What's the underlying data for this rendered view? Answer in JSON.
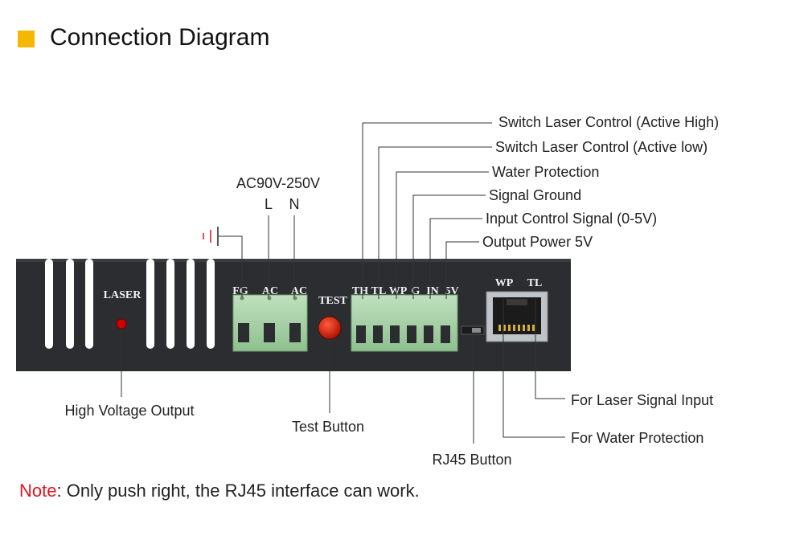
{
  "title": "Connection Diagram",
  "accent_color": "#f5b800",
  "note": {
    "label": "Note",
    "label_color": "#e0141e",
    "text": ": Only push right, the RJ45 interface can work."
  },
  "power_input": {
    "voltage": "AC90V-250V",
    "line": "L",
    "neutral": "N"
  },
  "panel": {
    "laser": "LASER",
    "test": "TEST",
    "mains_pins": [
      "FG",
      "AC",
      "AC"
    ],
    "control_pins": [
      "TH",
      "TL",
      "WP",
      "G",
      "IN",
      "5V"
    ],
    "rj45_pins": [
      "WP",
      "TL"
    ]
  },
  "callouts": {
    "th": "Switch Laser Control (Active High)",
    "tl": "Switch Laser Control (Active low)",
    "wp": "Water Protection",
    "g": "Signal Ground",
    "in": "Input Control Signal (0-5V)",
    "v5": "Output Power 5V",
    "high_voltage": "High Voltage Output",
    "test_button": "Test Button",
    "rj45_button": "RJ45 Button",
    "laser_signal": "For Laser Signal Input",
    "water_protection": "For Water Protection"
  },
  "icons": [
    "ground-icon",
    "led-indicator-icon",
    "rj45-port-icon"
  ]
}
